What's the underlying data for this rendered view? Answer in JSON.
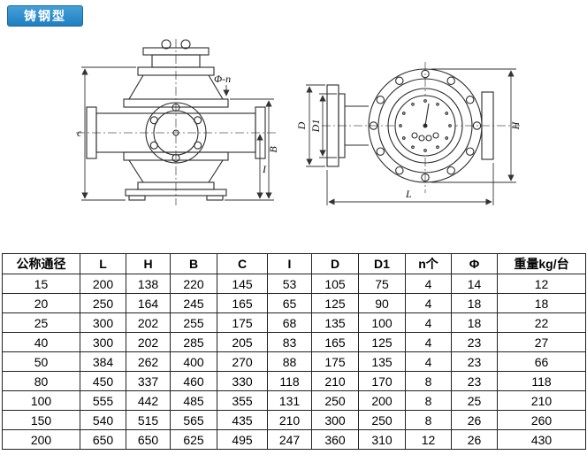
{
  "badge": {
    "label": "铸钢型"
  },
  "drawings": {
    "front_view": {
      "labels": {
        "phi_n": "Φ-n",
        "c": "c",
        "b": "B",
        "i": "I"
      }
    },
    "side_view": {
      "labels": {
        "d": "D",
        "d1": "D1",
        "l": "L",
        "h": "H"
      }
    }
  },
  "table": {
    "headers": [
      "公称通径",
      "L",
      "H",
      "B",
      "C",
      "I",
      "D",
      "D1",
      "n个",
      "Φ",
      "重量kg/台"
    ],
    "rows": [
      [
        "15",
        "200",
        "138",
        "220",
        "145",
        "53",
        "105",
        "75",
        "4",
        "14",
        "12"
      ],
      [
        "20",
        "250",
        "164",
        "245",
        "165",
        "65",
        "125",
        "90",
        "4",
        "18",
        "18"
      ],
      [
        "25",
        "300",
        "202",
        "255",
        "175",
        "68",
        "135",
        "100",
        "4",
        "18",
        "22"
      ],
      [
        "40",
        "300",
        "202",
        "285",
        "205",
        "83",
        "165",
        "125",
        "4",
        "23",
        "27"
      ],
      [
        "50",
        "384",
        "262",
        "400",
        "270",
        "88",
        "175",
        "135",
        "4",
        "23",
        "66"
      ],
      [
        "80",
        "450",
        "337",
        "460",
        "330",
        "118",
        "210",
        "170",
        "8",
        "23",
        "118"
      ],
      [
        "100",
        "555",
        "442",
        "485",
        "355",
        "131",
        "250",
        "200",
        "8",
        "25",
        "210"
      ],
      [
        "150",
        "540",
        "515",
        "565",
        "435",
        "210",
        "300",
        "250",
        "8",
        "26",
        "260"
      ],
      [
        "200",
        "650",
        "650",
        "625",
        "495",
        "247",
        "360",
        "310",
        "12",
        "26",
        "430"
      ]
    ]
  },
  "colors": {
    "badge_bg": "#2288cc",
    "line": "#2b2b2b"
  }
}
